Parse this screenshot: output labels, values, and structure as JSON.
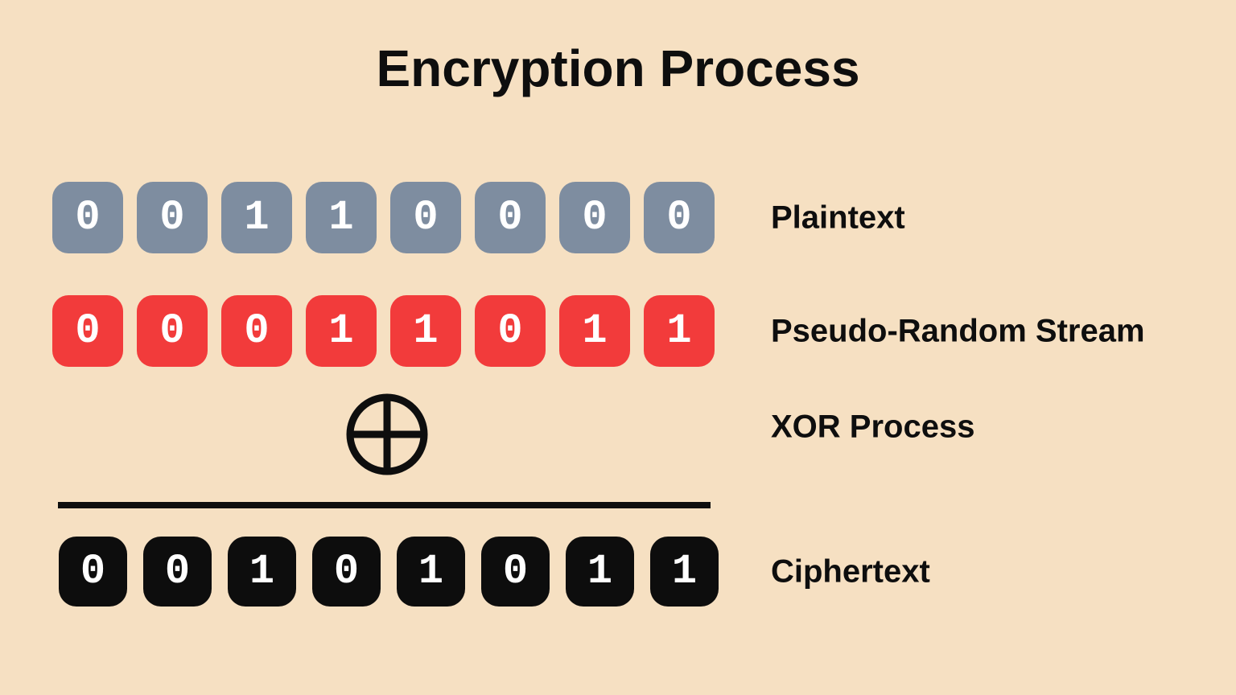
{
  "title": "Encryption Process",
  "colors": {
    "background": "#f6e0c2",
    "plaintext_box": "#7e8da0",
    "stream_box": "#f23b3b",
    "cipher_box": "#0d0d0d",
    "digit": "#ffffff",
    "text": "#0e0e0e"
  },
  "rows": {
    "plaintext": {
      "label": "Plaintext",
      "bits": [
        "0",
        "0",
        "1",
        "1",
        "0",
        "0",
        "0",
        "0"
      ]
    },
    "stream": {
      "label": "Pseudo-Random Stream",
      "bits": [
        "0",
        "0",
        "0",
        "1",
        "1",
        "0",
        "1",
        "1"
      ]
    },
    "xor": {
      "label": "XOR Process",
      "symbol": "xor-circle-plus"
    },
    "ciphertext": {
      "label": "Ciphertext",
      "bits": [
        "0",
        "0",
        "1",
        "0",
        "1",
        "0",
        "1",
        "1"
      ]
    }
  }
}
